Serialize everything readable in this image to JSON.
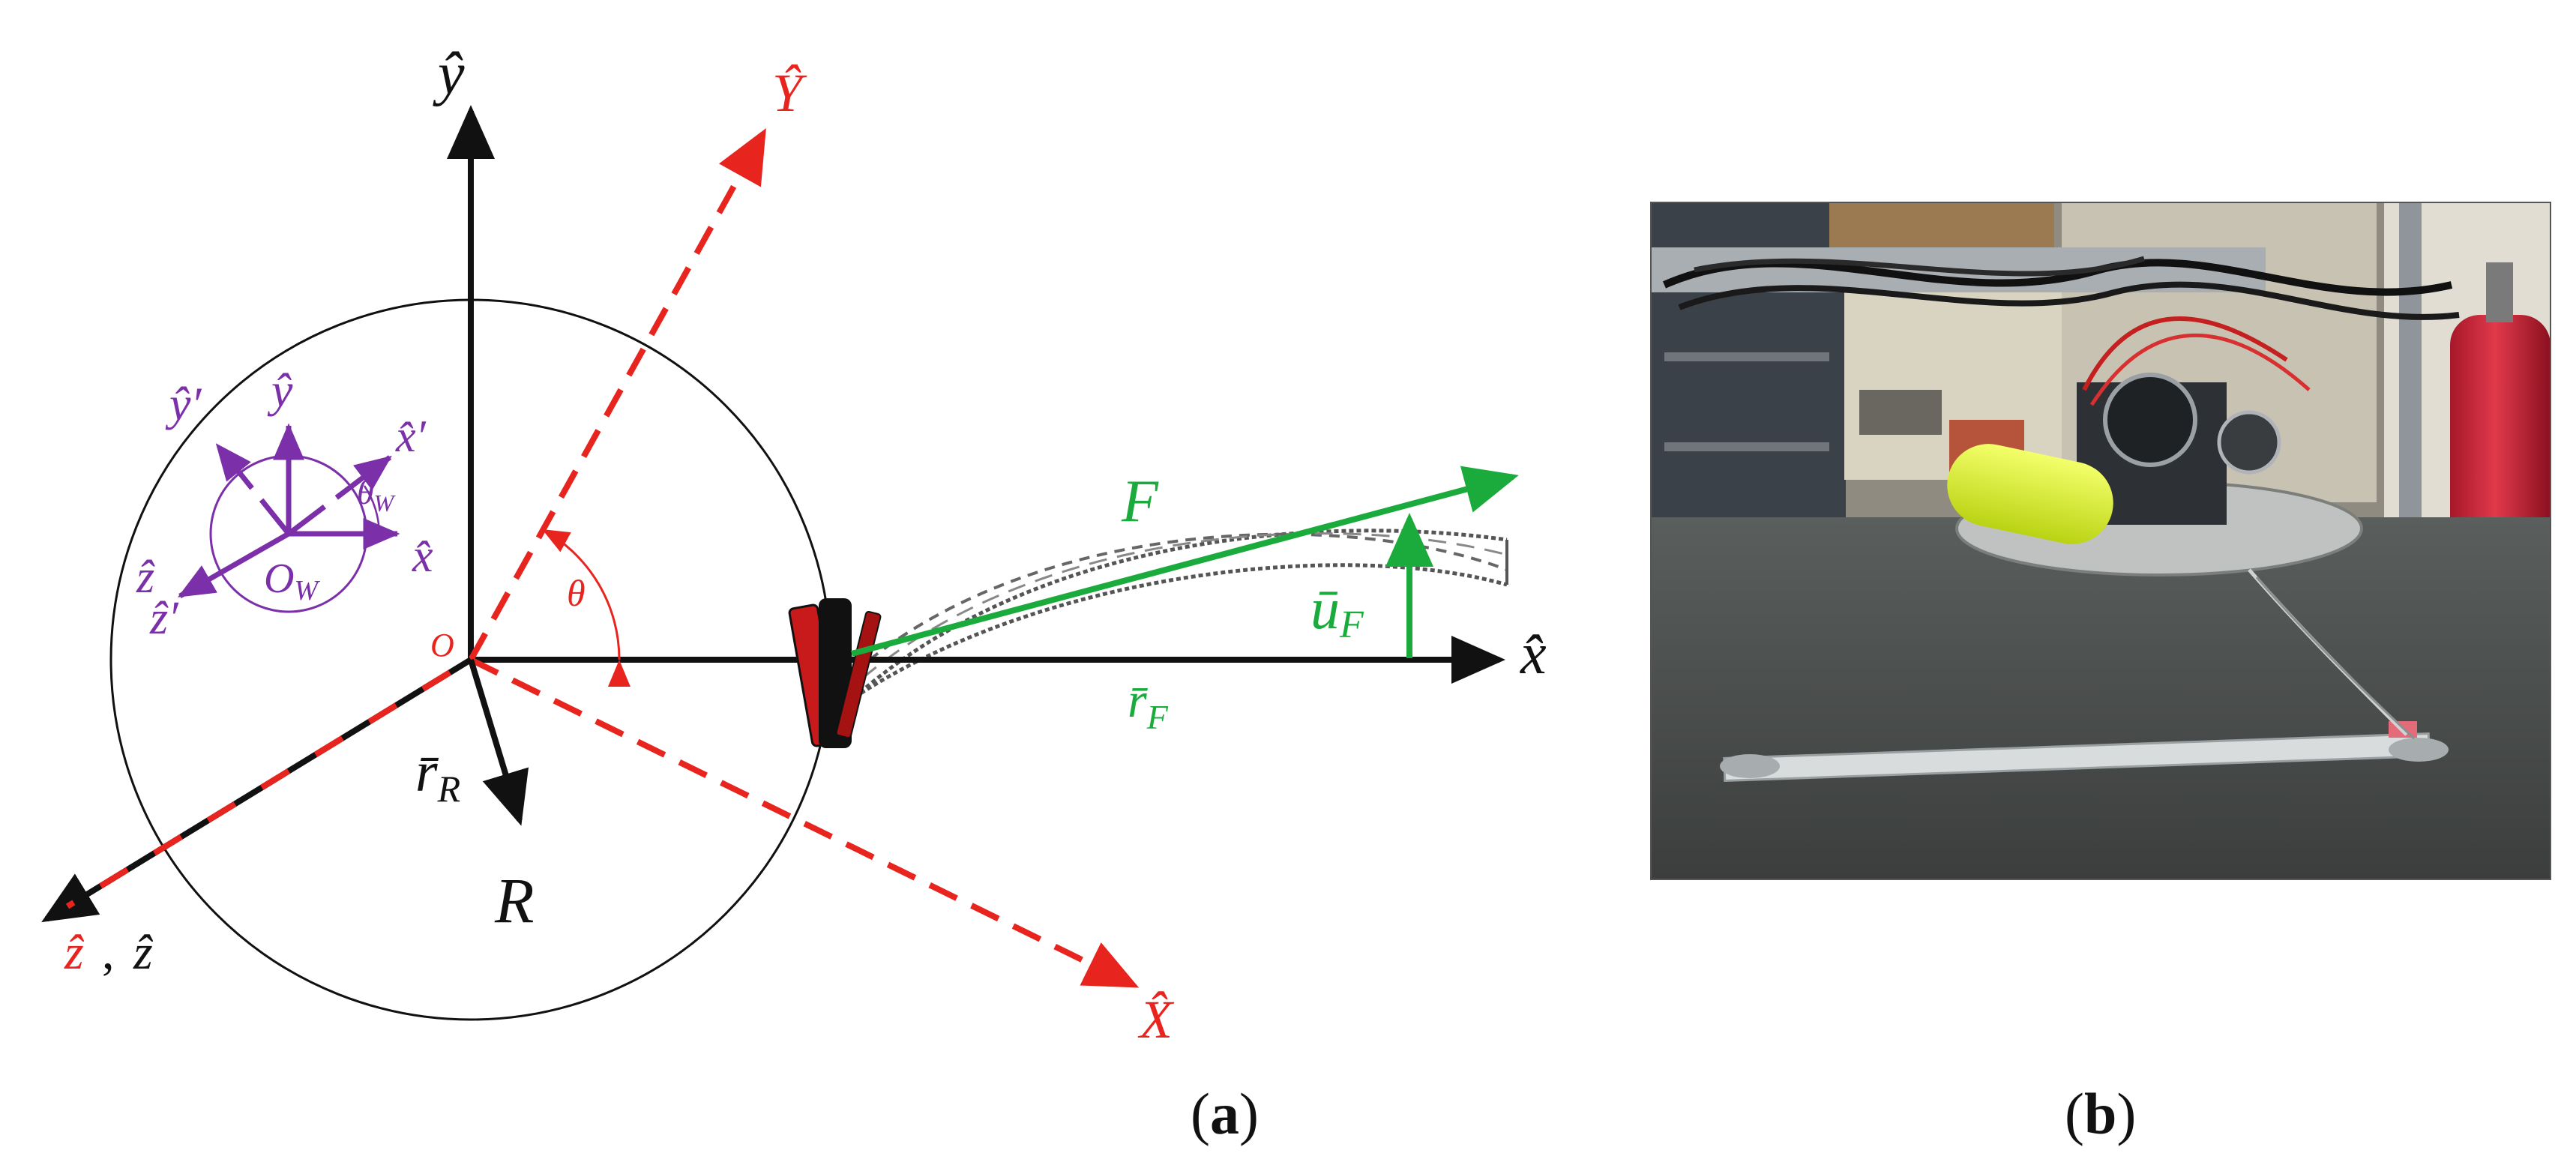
{
  "panel_a": {
    "caption_open": "(",
    "caption_letter": "a",
    "caption_close": ")",
    "labels": {
      "y_hat_top": "ŷ",
      "Y_hat": "Ŷ",
      "X_hat": "X̂",
      "x_hat_right": "x̂",
      "z_hat_red": "ẑ",
      "comma": ",",
      "z_hat_black": "ẑ",
      "origin": "O",
      "theta": "θ",
      "r_R_base": "r̄",
      "r_R_sub": "R",
      "R": "R",
      "F": "F",
      "u_F_base": "ū",
      "u_F_sub": "F",
      "r_F_base": "r̄",
      "r_F_sub": "F",
      "wheel_y_prime": "ŷ′",
      "wheel_y": "ŷ",
      "wheel_x_prime": "x̂′",
      "wheel_theta_base": "θ",
      "wheel_theta_sub": "W",
      "wheel_x": "x̂",
      "wheel_z": "ẑ",
      "wheel_z_prime": "ẑ′",
      "wheel_O_base": "O",
      "wheel_O_sub": "W"
    },
    "colors": {
      "black": "#111111",
      "red": "#e8241f",
      "green": "#1aab3c",
      "purple": "#7b2fa8",
      "dark_red": "#9a1010"
    }
  },
  "panel_b": {
    "caption_open": "(",
    "caption_letter": "b",
    "caption_close": ")",
    "photo_description_icon": "photo-of-robot-test-rig-icon"
  }
}
